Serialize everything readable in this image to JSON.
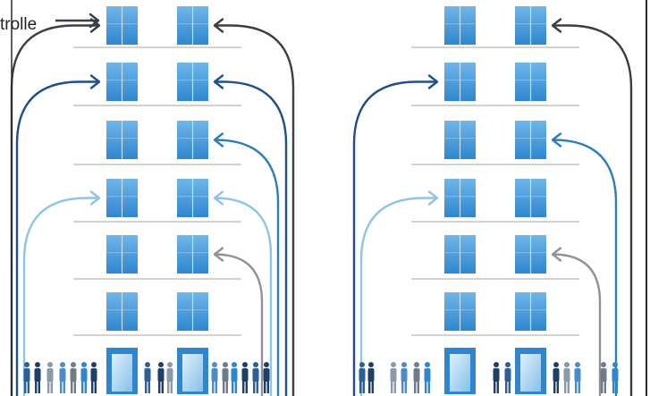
{
  "caption_text": "trolle",
  "colors": {
    "floor_line": "#d2d2d2",
    "window_light": "#6fb6ea",
    "window_dark": "#2f86cf",
    "window_frame": "#c9dcea",
    "arrow_dark": "#3a3f44",
    "arrow_navy": "#1f4f86",
    "arrow_blue": "#2d7dbb",
    "arrow_light": "#8fc4e4",
    "arrow_gray": "#8f9398",
    "edge_line": "#2a2a2a"
  },
  "buildings": [
    {
      "name": "left-building",
      "floors": 7,
      "arrows": [
        {
          "name": "arrow-dark-to-left-shaft-top",
          "color": "arrow_dark",
          "target": "left",
          "floor": 7
        },
        {
          "name": "arrow-navy-to-left-shaft",
          "color": "arrow_navy",
          "target": "left",
          "floor": 6
        },
        {
          "name": "arrow-light-to-left-shaft",
          "color": "arrow_light",
          "target": "left",
          "floor": 4
        },
        {
          "name": "arrow-dark-to-right-shaft-top",
          "color": "arrow_dark",
          "target": "right",
          "floor": 7
        },
        {
          "name": "arrow-navy-to-right-shaft",
          "color": "arrow_navy",
          "target": "right",
          "floor": 6
        },
        {
          "name": "arrow-blue-to-right-shaft",
          "color": "arrow_blue",
          "target": "right",
          "floor": 5
        },
        {
          "name": "arrow-light-to-right-shaft",
          "color": "arrow_light",
          "target": "right",
          "floor": 4
        },
        {
          "name": "arrow-gray-to-right-shaft",
          "color": "arrow_gray",
          "target": "right",
          "floor": 3
        }
      ]
    },
    {
      "name": "right-building",
      "floors": 7,
      "arrows": [
        {
          "name": "arrow-navy-to-left-shaft",
          "color": "arrow_navy",
          "target": "left",
          "floor": 6
        },
        {
          "name": "arrow-light-to-left-shaft",
          "color": "arrow_light",
          "target": "left",
          "floor": 4
        },
        {
          "name": "arrow-dark-to-right-shaft-top",
          "color": "arrow_dark",
          "target": "right",
          "floor": 7
        },
        {
          "name": "arrow-blue-to-right-shaft",
          "color": "arrow_blue",
          "target": "right",
          "floor": 5
        },
        {
          "name": "arrow-gray-to-right-shaft",
          "color": "arrow_gray",
          "target": "right",
          "floor": 3
        }
      ]
    }
  ]
}
